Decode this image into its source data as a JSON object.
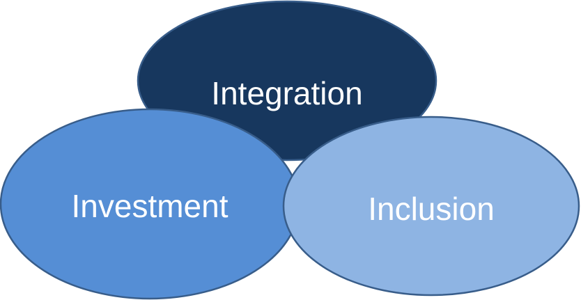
{
  "diagram": {
    "circles": [
      {
        "id": "integration",
        "label": "Integration",
        "color": "#17375E"
      },
      {
        "id": "investment",
        "label": "Investment",
        "color": "#558ED5"
      },
      {
        "id": "inclusion",
        "label": "Inclusion",
        "color": "#8EB4E3"
      }
    ],
    "stroke_color": "#385D8A"
  }
}
